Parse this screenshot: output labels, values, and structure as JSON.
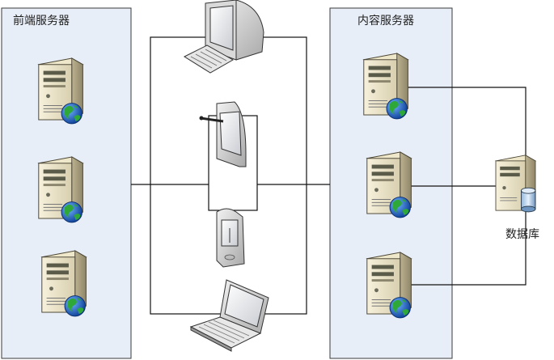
{
  "groups": {
    "front": {
      "label": "前端服务器"
    },
    "content": {
      "label": "内容服务器"
    }
  },
  "database": {
    "label": "数据库"
  },
  "colors": {
    "panel_fill": "#e8eef7",
    "panel_stroke": "#3a3a3a",
    "line": "#111111",
    "server_body": "#e9e1c4",
    "server_dark": "#5b5b4a",
    "globe_blue": "#1b5fbf",
    "globe_green": "#2fa83a",
    "db_blue": "#cfe0f2"
  },
  "icons": {
    "front_servers": [
      "server-globe-icon",
      "server-globe-icon",
      "server-globe-icon"
    ],
    "content_servers": [
      "server-globe-icon",
      "server-globe-icon",
      "server-globe-icon"
    ],
    "clients": [
      "desktop-icon",
      "tablet-icon",
      "pda-icon",
      "laptop-icon"
    ],
    "db": "database-server-icon"
  }
}
